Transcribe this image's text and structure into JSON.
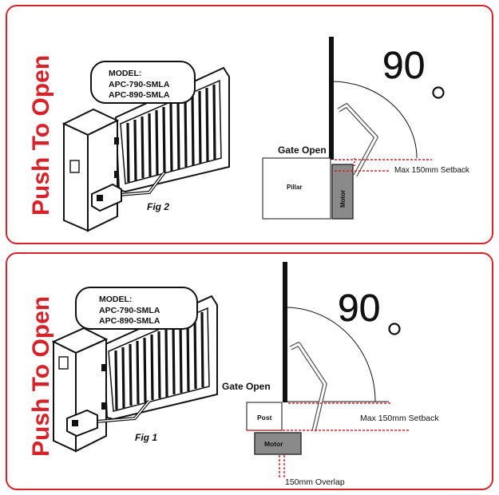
{
  "colors": {
    "accent": "#d6232a",
    "ink": "#111111",
    "motor": "#8a8a8a"
  },
  "panels": [
    {
      "title": "Push To Open",
      "model_label": "MODEL:",
      "models": [
        "APC-790-SMLA",
        "APC-890-SMLA"
      ],
      "figure": "Fig 2",
      "angle": "90",
      "gate_state": "Gate Open",
      "support": "Pillar",
      "motor": "Motor",
      "setback": "Max 150mm Setback"
    },
    {
      "title": "Push To Open",
      "model_label": "MODEL:",
      "models": [
        "APC-790-SMLA",
        "APC-890-SMLA"
      ],
      "figure": "Fig 1",
      "angle": "90",
      "gate_state": "Gate Open",
      "support": "Post",
      "motor": "Motor",
      "setback": "Max 150mm Setback",
      "overlap": "150mm Overlap"
    }
  ]
}
